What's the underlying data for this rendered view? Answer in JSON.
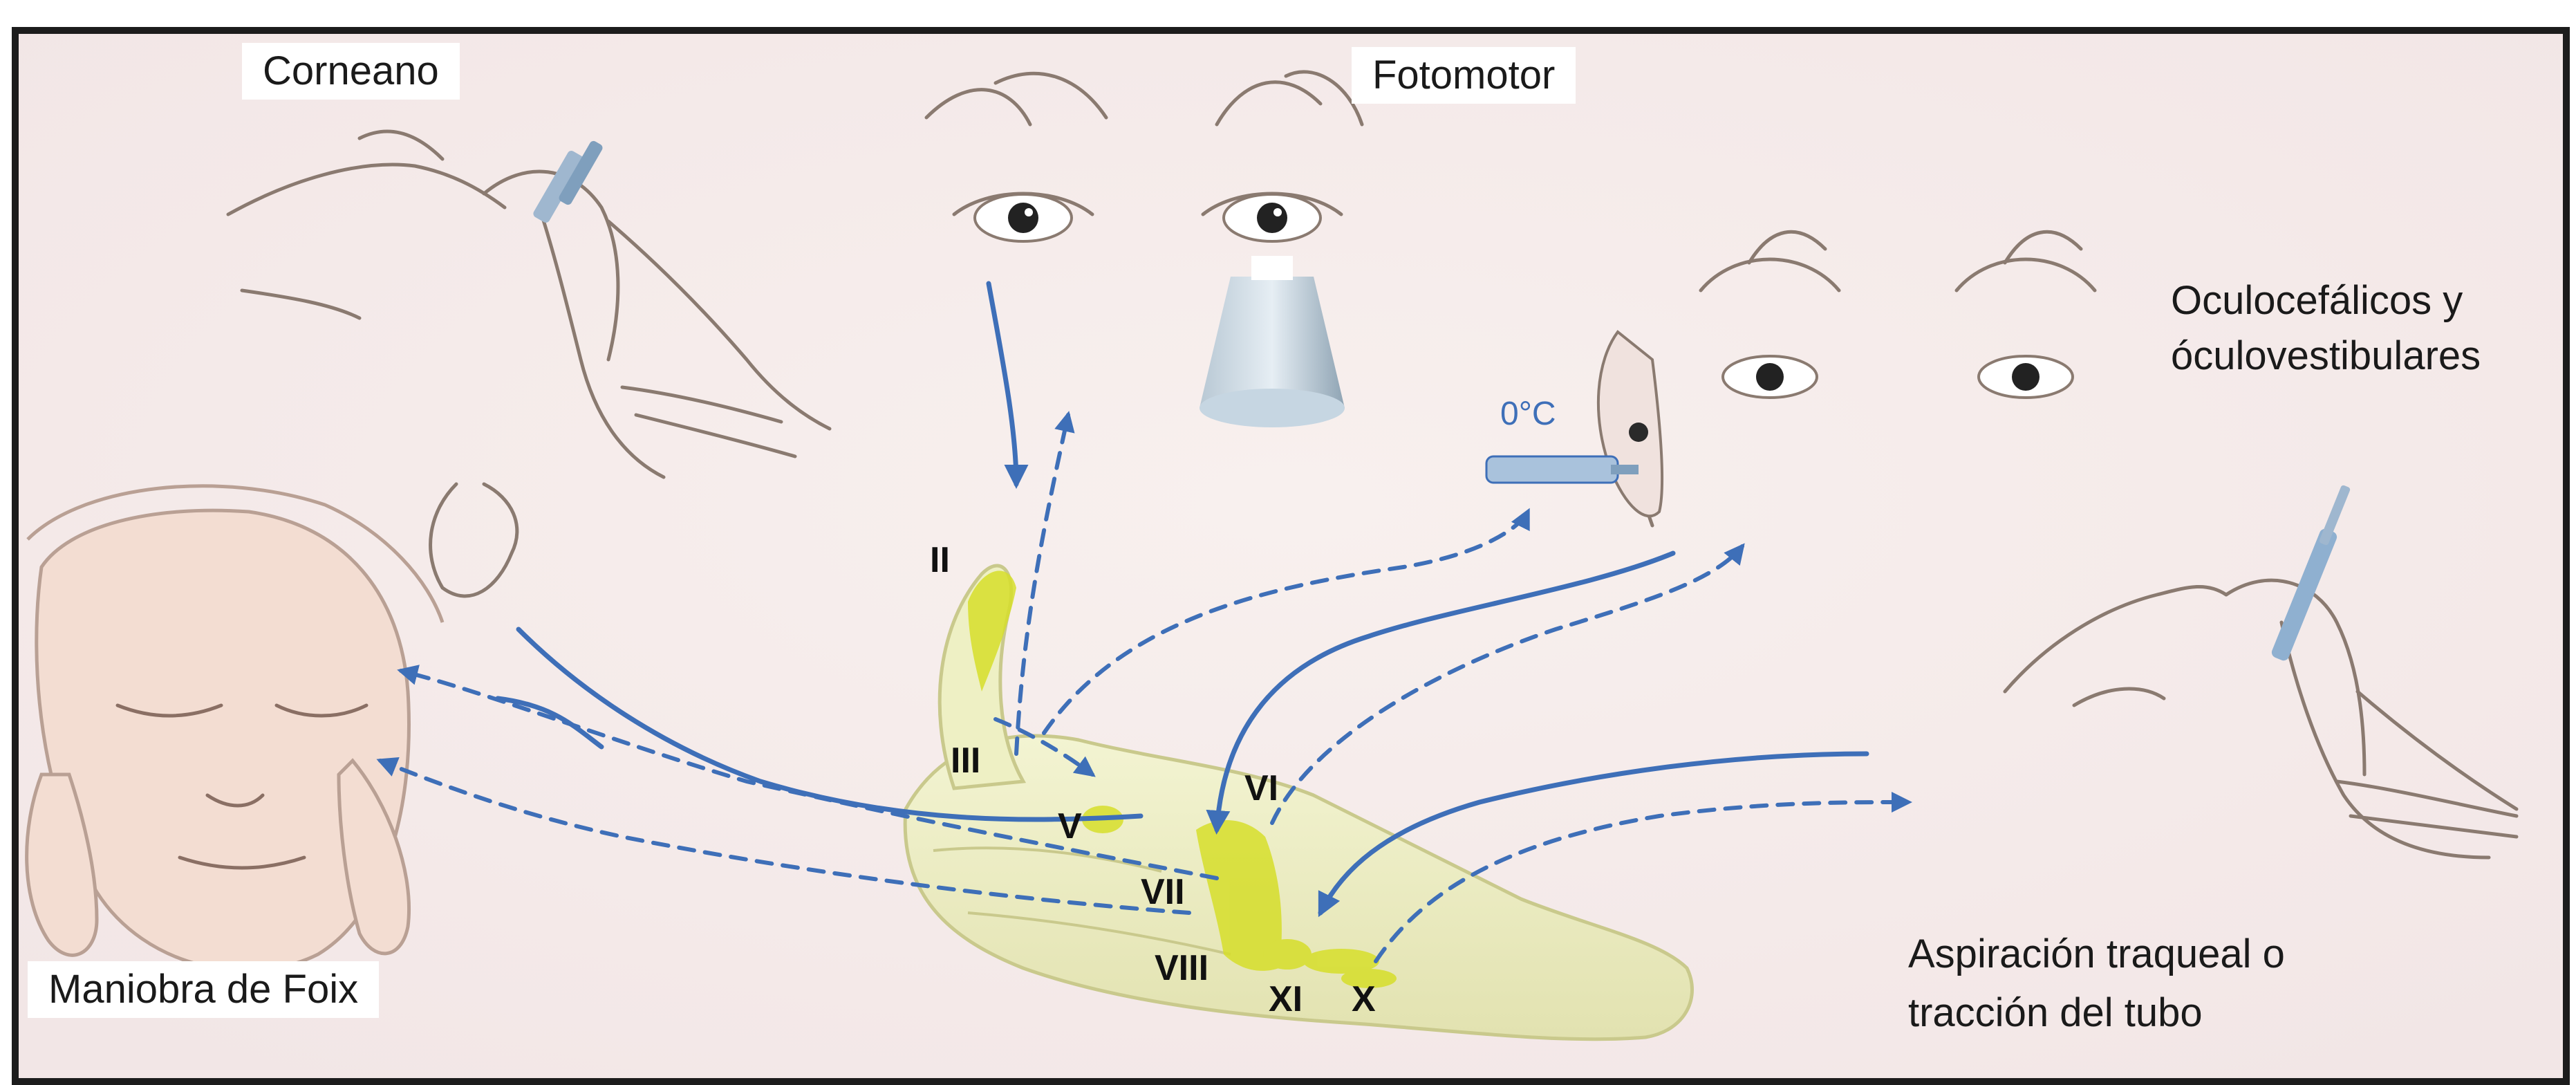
{
  "labels": {
    "corneano": "Corneano",
    "fotomotor": "Fotomotor",
    "oculocefalicos_line1": "Oculocefálicos y",
    "oculocefalicos_line2": "óculovestibulares",
    "temperature": "0°C",
    "foix": "Maniobra de Foix",
    "aspiracion_line1": "Aspiración traqueal o",
    "aspiracion_line2": "tracción del tubo"
  },
  "nerves": {
    "II": "II",
    "III": "III",
    "V": "V",
    "VI": "VI",
    "VII": "VII",
    "VIII": "VIII",
    "XI": "XI",
    "X": "X"
  },
  "colors": {
    "frame": "#1c1c1c",
    "background": "#f6ecec",
    "arrow": "#3e6fb8",
    "brainstem": "#eef0c4",
    "nerve_highlight": "#d6de2a",
    "skin_line": "#8a7a70"
  }
}
